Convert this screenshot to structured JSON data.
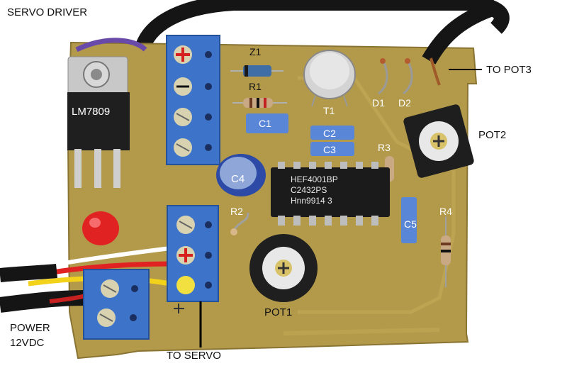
{
  "labels": {
    "servo_driver": "SERVO DRIVER",
    "lm7809": "LM7809",
    "z1": "Z1",
    "r1": "R1",
    "c1": "C1",
    "t1": "T1",
    "d1": "D1",
    "d2": "D2",
    "to_pot3": "TO POT3",
    "pot2": "POT2",
    "c2": "C2",
    "c3": "C3",
    "r3": "R3",
    "c4": "C4",
    "r2": "R2",
    "r4": "R4",
    "c5": "C5",
    "pot1": "POT1",
    "to_servo": "TO SERVO",
    "power_line1": "POWER",
    "power_line2": "12VDC"
  },
  "ic_marking": {
    "line1": "HEF4001BP",
    "line2": "C2432PS",
    "line3": "Hnn9914  3"
  },
  "colors": {
    "pcb": "#b39a4a",
    "terminal_blue": "#3d74c9",
    "capacitor_blue": "#5a86d8",
    "ic_black": "#1b1b1b",
    "cable_black": "#151515",
    "led_red": "#e02222"
  }
}
